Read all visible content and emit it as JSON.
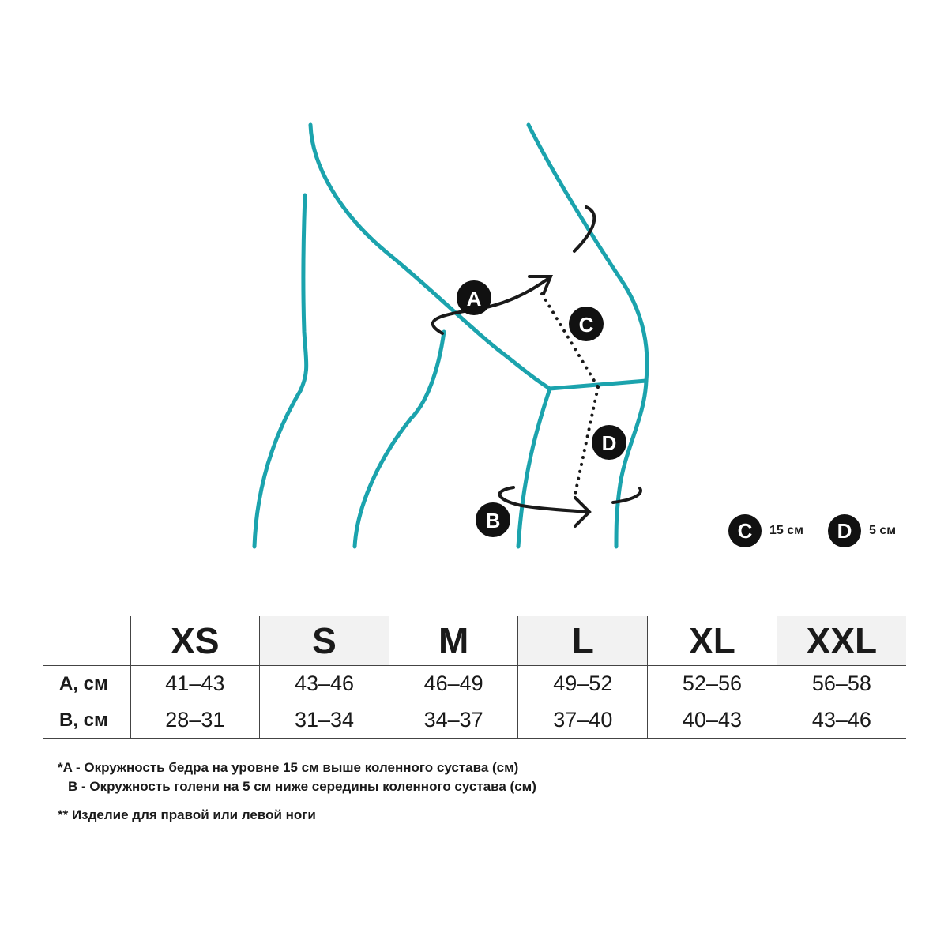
{
  "diagram": {
    "labels": {
      "a": "A",
      "b": "B",
      "c": "C",
      "d": "D"
    },
    "colors": {
      "leg_outline": "#1ba3ad",
      "marks": "#1a1a1a"
    }
  },
  "legend": [
    {
      "letter": "C",
      "text": "15 см"
    },
    {
      "letter": "D",
      "text": "5 см"
    }
  ],
  "size_table": {
    "sizes": [
      "XS",
      "S",
      "M",
      "L",
      "XL",
      "XXL"
    ],
    "rows": [
      {
        "label": "A, см",
        "values": [
          "41–43",
          "43–46",
          "46–49",
          "49–52",
          "52–56",
          "56–58"
        ]
      },
      {
        "label": "B, см",
        "values": [
          "28–31",
          "31–34",
          "34–37",
          "37–40",
          "40–43",
          "43–46"
        ]
      }
    ]
  },
  "notes": {
    "a": "*A - Окружность бедра на уровне 15 см выше коленного сустава (см)",
    "b": "B - Окружность голени на 5 см ниже середины коленного сустава (см)",
    "c": "** Изделие для правой или левой ноги"
  }
}
